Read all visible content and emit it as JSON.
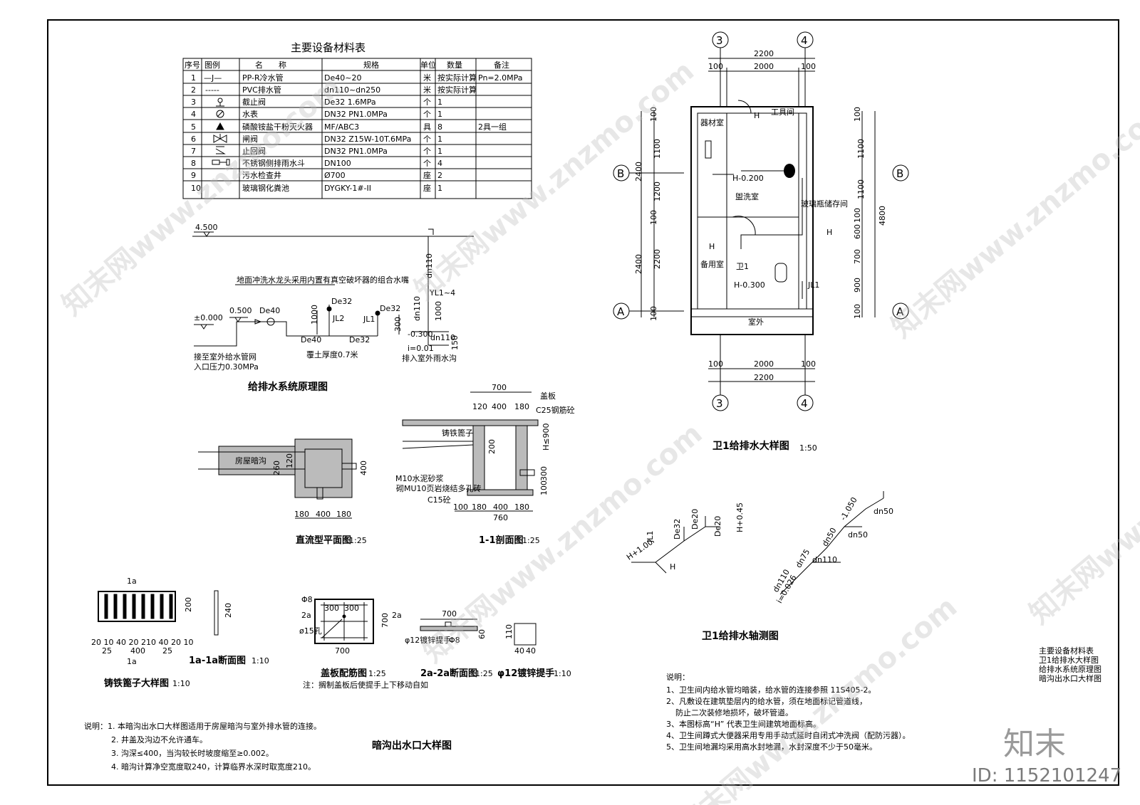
{
  "table": {
    "title": "主要设备材料表",
    "headers": [
      "序号",
      "图例",
      "名　　称",
      "规格",
      "单位",
      "数量",
      "备注"
    ],
    "rows": [
      {
        "no": "1",
        "legend": "—J—",
        "name": "PP-R冷水管",
        "spec": "De40~20",
        "unit": "米",
        "qty": "按实际计算",
        "note": "Pn=2.0MPa"
      },
      {
        "no": "2",
        "legend": "-----",
        "name": "PVC排水管",
        "spec": "dn110~dn250",
        "unit": "米",
        "qty": "按实际计算",
        "note": ""
      },
      {
        "no": "3",
        "legend": "",
        "name": "截止阀",
        "spec": "De32                1.6MPa",
        "unit": "个",
        "qty": "1",
        "note": ""
      },
      {
        "no": "4",
        "legend": "",
        "name": "水表",
        "spec": "DN32        PN1.0MPa",
        "unit": "个",
        "qty": "1",
        "note": ""
      },
      {
        "no": "5",
        "legend": "",
        "name": "磷酸铵盐干粉灭火器",
        "spec": "MF/ABC3",
        "unit": "具",
        "qty": "8",
        "note": "2具一组"
      },
      {
        "no": "6",
        "legend": "",
        "name": "闸阀",
        "spec": "DN32    Z15W-10T.6MPa",
        "unit": "个",
        "qty": "1",
        "note": ""
      },
      {
        "no": "7",
        "legend": "",
        "name": "止回阀",
        "spec": "DN32        PN1.0MPa",
        "unit": "个",
        "qty": "1",
        "note": ""
      },
      {
        "no": "8",
        "legend": "",
        "name": "不锈钢侧排雨水斗",
        "spec": "DN100",
        "unit": "个",
        "qty": "4",
        "note": ""
      },
      {
        "no": "9",
        "legend": "",
        "name": "污水检查井",
        "spec": "Ø700",
        "unit": "座",
        "qty": "2",
        "note": ""
      },
      {
        "no": "10",
        "legend": "",
        "name": "玻璃钢化粪池",
        "spec": "DYGKY-1#-II",
        "unit": "座",
        "qty": "1",
        "note": ""
      }
    ]
  },
  "schematic": {
    "title": "给排水系统原理图",
    "labels": {
      "roof_level": "4.500",
      "ground_level": "±0.000",
      "level_0500": "0.500",
      "de40_a": "De40",
      "de40_b": "De40",
      "de32_a": "De32",
      "de32_b": "De32",
      "de32_c": "De32",
      "jl2": "JL2",
      "jl1": "JL1",
      "yl": "YL1~4",
      "dn110_a": "dn110",
      "dn110_b": "dn110",
      "dn110_c": "dn110",
      "h1000": "1000",
      "h1000b": "1000",
      "h300": "300",
      "lvl_m0300": "-0.300",
      "i001": "i=0.01",
      "n150": "150",
      "note_top": "地面冲洗水龙头采用内置有真空破坏器的组合水嘴",
      "cover": "覆土厚度0.7米",
      "to_ext": "接至室外给水管网",
      "pressure": "入口压力0.30MPa",
      "to_drain": "排入室外雨水沟"
    }
  },
  "plan": {
    "title": "卫1给排水大样图",
    "scale": "1:50",
    "axis_3": "3",
    "axis_4": "4",
    "axis_b": "B",
    "axis_a": "A",
    "dim_2200": "2200",
    "dim_2000": "2000",
    "dim_100": "100",
    "dim_4800": "4800",
    "dim_2400": "2400",
    "dim_1100": "1100",
    "dim_1200": "1200",
    "dim_2200v": "2200",
    "dim_600": "600",
    "dim_700": "700",
    "dim_900": "900",
    "rooms": {
      "r1": "器材室",
      "r2": "工具间",
      "r3": "盥洗室",
      "r4": "卫1",
      "r5": "备用室",
      "r6": "玻璃瓶储存间",
      "r7": "室外"
    },
    "lvl1": "H-0.200",
    "lvl2": "H-0.300",
    "jl1": "JL1",
    "h": "H"
  },
  "axo": {
    "title": "卫1给排水轴测图",
    "labels": {
      "jl1": "JL1",
      "h100": "H+1.00",
      "de32": "De32",
      "de20a": "De20",
      "de20b": "De20",
      "h045": "H+0.45",
      "h": "H",
      "dn110": "dn110",
      "dn75": "dn75",
      "dn50a": "dn50",
      "dn50b": "dn50",
      "dn50c": "dn50",
      "lvl": "-1.050",
      "dn110b": "dn110",
      "i": "i=0.026"
    }
  },
  "details": {
    "plan_view": {
      "title": "直流型平面图",
      "scale": "1:25",
      "label": "房屋暗沟",
      "d1": "180",
      "d2": "400",
      "d3": "180",
      "v1": "260",
      "v2": "120",
      "v3": "400"
    },
    "section": {
      "title": "1-1剖面图",
      "scale": "1:25",
      "top": "700",
      "t1": "120",
      "t2": "400",
      "t3": "180",
      "cover": "盖板",
      "c25": "C25钢筋砼",
      "grate": "铸铁篦子",
      "m10": "M10水泥砂浆",
      "mu10": "砌MU10页岩烧结多孔砖",
      "c15": "C15砼",
      "b1": "100",
      "b2": "180",
      "b3": "400",
      "b4": "180",
      "b5": "760",
      "h1": "H≤900",
      "h2": "100",
      "h3": "300",
      "h4": "200"
    },
    "grate": {
      "title": "铸铁篦子大样图",
      "scale": "1:10",
      "mark": "1a",
      "dims": "20 10  40  20  210  40  20 10",
      "d25a": "25",
      "d400": "400",
      "d25b": "25",
      "v200": "200"
    },
    "grate_sec": {
      "title": "1a-1a断面图",
      "scale": "1:10",
      "v240": "240"
    },
    "cover": {
      "title": "盖板配筋图",
      "scale": "1:25",
      "r8": "Φ8",
      "r300a": "300",
      "r300b": "300",
      "r2a": "2a",
      "r15": "ø15孔",
      "d700": "700",
      "v700": "700",
      "note": "注：搁制盖板后使提手上下移动自如"
    },
    "sec2a": {
      "title": "2a-2a断面图",
      "scale": "1:25",
      "d700": "700",
      "r12": "φ12镀锌提手",
      "r8": "Φ8",
      "v60": "60"
    },
    "handle": {
      "title": "φ12镀锌提手",
      "scale": "1:10",
      "d40a": "40",
      "d40b": "40",
      "v110": "110"
    }
  },
  "notes_left": {
    "title": "暗沟出水口大样图",
    "lines": [
      "说明：1. 本暗沟出水口大样图适用于房屋暗沟与室外排水管的连接。",
      "2. 井盖及沟边不允许通车。",
      "3. 沟深≤400，当沟较长时坡度缩至≥0.002。",
      "4. 暗沟计算净空宽度取240，计算临界水深时取宽度210。"
    ]
  },
  "notes_right": {
    "head": "说明：",
    "lines": [
      "1、卫生间内给水管均暗装，给水管的连接参照 11S405-2。",
      "2、凡敷设在建筑垫层内的给水管，须在地面标记管道线，",
      "防止二次装修地损坏，破坏管道。",
      "3、本图标高“H” 代表卫生间建筑地面标高。",
      "4、卫生间蹲式大便器采用专用手动式延时自闭式冲洗阀（配防污器）。",
      "5、卫生间地漏均采用高水封地漏，水封深度不少于50毫米。"
    ]
  },
  "index": [
    "主要设备材料表",
    "卫1给排水大样图",
    "给排水系统原理图",
    "暗沟出水口大样图"
  ],
  "brand": {
    "logo": "知末",
    "id": "ID: 1152101247",
    "watermark": "知末网www.znzmo.com"
  }
}
